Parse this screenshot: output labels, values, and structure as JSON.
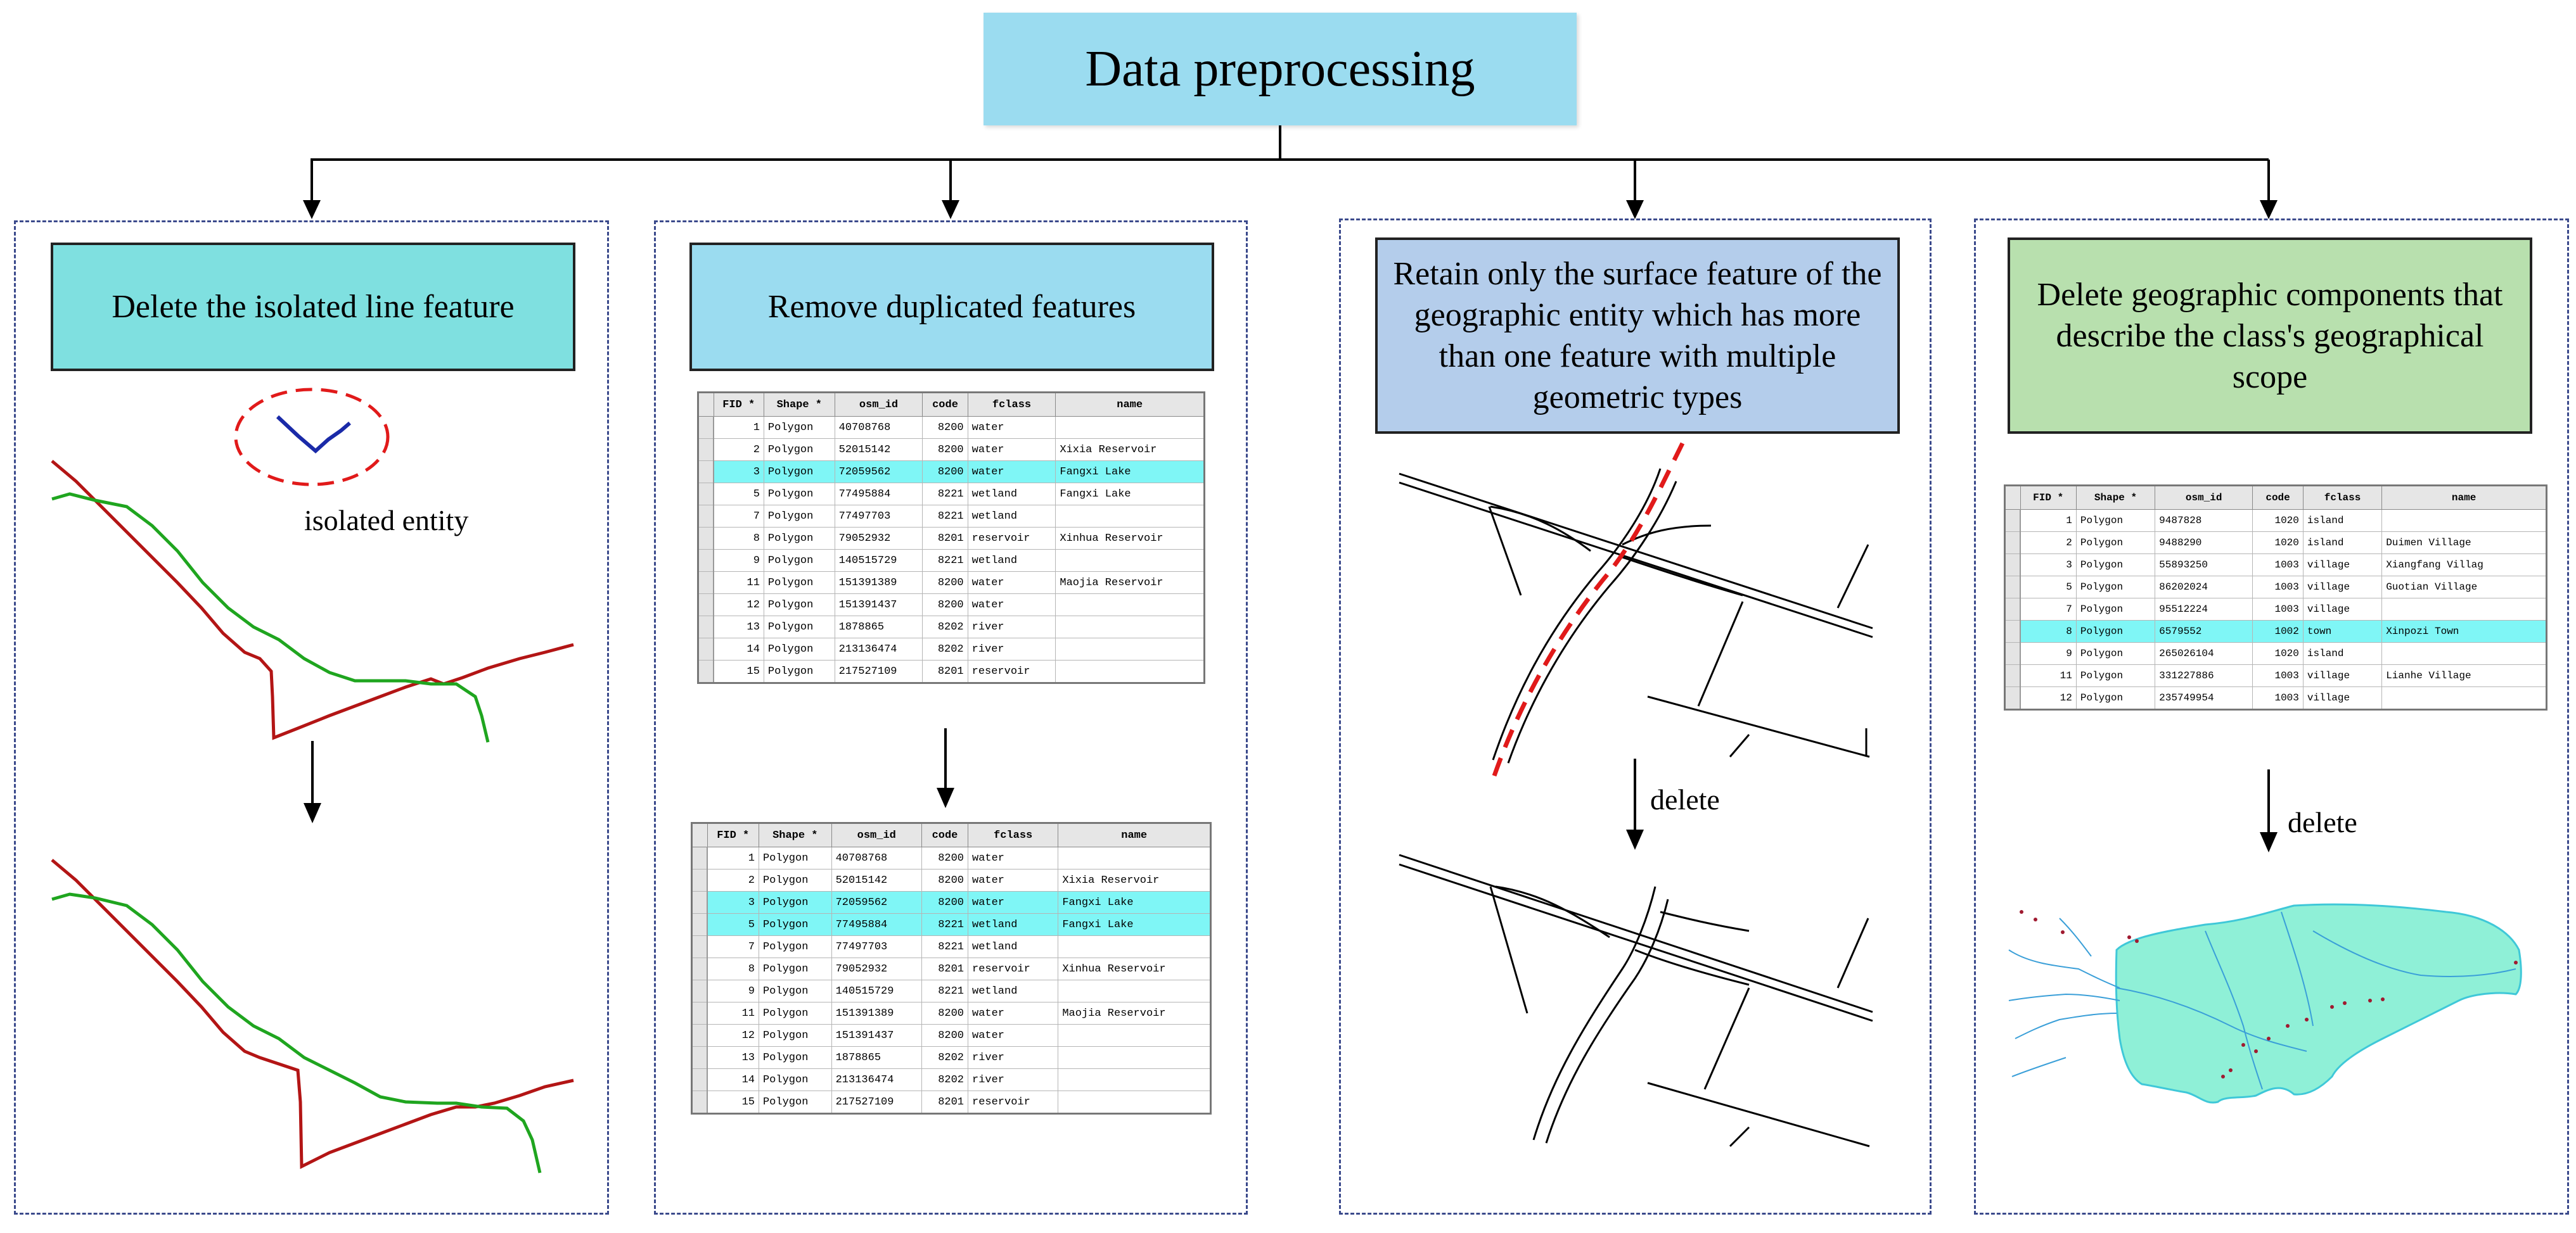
{
  "title": "Data preprocessing",
  "panels": [
    {
      "header": "Delete the isolated line feature",
      "annotation": "isolated entity"
    },
    {
      "header": "Remove duplicated features"
    },
    {
      "header": "Retain only the surface feature of the geographic entity which has more than one feature with multiple geometric types",
      "arrow_label": "delete"
    },
    {
      "header": "Delete geographic components that describe the class's geographical scope",
      "arrow_label": "delete"
    }
  ],
  "columns": [
    "FID *",
    "Shape *",
    "osm_id",
    "code",
    "fclass",
    "name"
  ],
  "table_before": [
    [
      "1",
      "Polygon",
      "40708768",
      "8200",
      "water",
      ""
    ],
    [
      "2",
      "Polygon",
      "52015142",
      "8200",
      "water",
      "Xixia Reservoir"
    ],
    [
      "3",
      "Polygon",
      "72059562",
      "8200",
      "water",
      "Fangxi Lake"
    ],
    [
      "5",
      "Polygon",
      "77495884",
      "8221",
      "wetland",
      "Fangxi Lake"
    ],
    [
      "7",
      "Polygon",
      "77497703",
      "8221",
      "wetland",
      ""
    ],
    [
      "8",
      "Polygon",
      "79052932",
      "8201",
      "reservoir",
      "Xinhua Reservoir"
    ],
    [
      "9",
      "Polygon",
      "140515729",
      "8221",
      "wetland",
      ""
    ],
    [
      "11",
      "Polygon",
      "151391389",
      "8200",
      "water",
      "Maojia Reservoir"
    ],
    [
      "12",
      "Polygon",
      "151391437",
      "8200",
      "water",
      ""
    ],
    [
      "13",
      "Polygon",
      "1878865",
      "8202",
      "river",
      ""
    ],
    [
      "14",
      "Polygon",
      "213136474",
      "8202",
      "river",
      ""
    ],
    [
      "15",
      "Polygon",
      "217527109",
      "8201",
      "reservoir",
      ""
    ]
  ],
  "table_before_highlight": [
    2
  ],
  "table_after": [
    [
      "1",
      "Polygon",
      "40708768",
      "8200",
      "water",
      ""
    ],
    [
      "2",
      "Polygon",
      "52015142",
      "8200",
      "water",
      "Xixia Reservoir"
    ],
    [
      "3",
      "Polygon",
      "72059562",
      "8200",
      "water",
      "Fangxi Lake"
    ],
    [
      "5",
      "Polygon",
      "77495884",
      "8221",
      "wetland",
      "Fangxi Lake"
    ],
    [
      "7",
      "Polygon",
      "77497703",
      "8221",
      "wetland",
      ""
    ],
    [
      "8",
      "Polygon",
      "79052932",
      "8201",
      "reservoir",
      "Xinhua Reservoir"
    ],
    [
      "9",
      "Polygon",
      "140515729",
      "8221",
      "wetland",
      ""
    ],
    [
      "11",
      "Polygon",
      "151391389",
      "8200",
      "water",
      "Maojia Reservoir"
    ],
    [
      "12",
      "Polygon",
      "151391437",
      "8200",
      "water",
      ""
    ],
    [
      "13",
      "Polygon",
      "1878865",
      "8202",
      "river",
      ""
    ],
    [
      "14",
      "Polygon",
      "213136474",
      "8202",
      "river",
      ""
    ],
    [
      "15",
      "Polygon",
      "217527109",
      "8201",
      "reservoir",
      ""
    ]
  ],
  "table_after_highlight": [
    2,
    3
  ],
  "table_places": [
    [
      "1",
      "Polygon",
      "9487828",
      "1020",
      "island",
      ""
    ],
    [
      "2",
      "Polygon",
      "9488290",
      "1020",
      "island",
      "Duimen Village"
    ],
    [
      "3",
      "Polygon",
      "55893250",
      "1003",
      "village",
      "Xiangfang Villag"
    ],
    [
      "5",
      "Polygon",
      "86202024",
      "1003",
      "village",
      "Guotian Village"
    ],
    [
      "7",
      "Polygon",
      "95512224",
      "1003",
      "village",
      ""
    ],
    [
      "8",
      "Polygon",
      "6579552",
      "1002",
      "town",
      "Xinpozi Town"
    ],
    [
      "9",
      "Polygon",
      "265026104",
      "1020",
      "island",
      ""
    ],
    [
      "11",
      "Polygon",
      "331227886",
      "1003",
      "village",
      "Lianhe Village"
    ],
    [
      "12",
      "Polygon",
      "235749954",
      "1003",
      "village",
      ""
    ]
  ],
  "table_places_highlight": [
    5
  ],
  "colors": {
    "title_bg": "#9bdcf0",
    "header1_bg": "#7fe0e0",
    "header2_bg": "#9bdcf0",
    "header3_bg": "#b4cdeb",
    "header4_bg": "#b8e0ae",
    "row_highlight": "#7ff6f6",
    "line_red": "#b31515",
    "line_green": "#1fa51f",
    "dashed_red": "#e11a1a",
    "map_fill": "#8ff0d7"
  }
}
